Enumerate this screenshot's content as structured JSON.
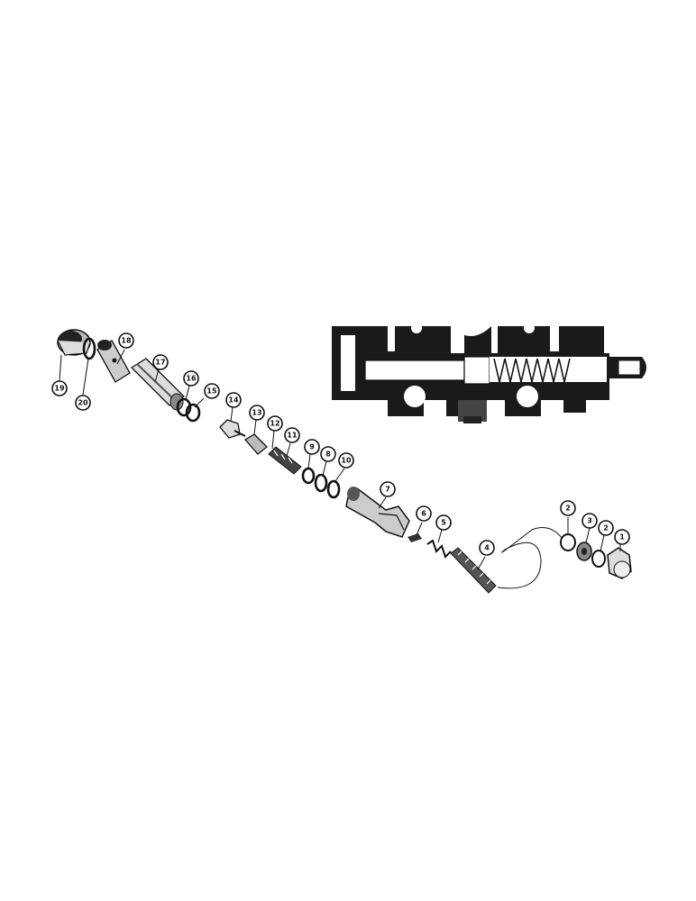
{
  "callouts": [
    {
      "label": "1"
    },
    {
      "label": "2"
    },
    {
      "label": "3"
    },
    {
      "label": "2"
    },
    {
      "label": "4"
    },
    {
      "label": "5"
    },
    {
      "label": "6"
    },
    {
      "label": "7"
    },
    {
      "label": "10"
    },
    {
      "label": "8"
    },
    {
      "label": "9"
    },
    {
      "label": "11"
    },
    {
      "label": "12"
    },
    {
      "label": "13"
    },
    {
      "label": "14"
    },
    {
      "label": "15"
    },
    {
      "label": "16"
    },
    {
      "label": "17"
    },
    {
      "label": "18"
    },
    {
      "label": "19"
    },
    {
      "label": "20"
    }
  ]
}
